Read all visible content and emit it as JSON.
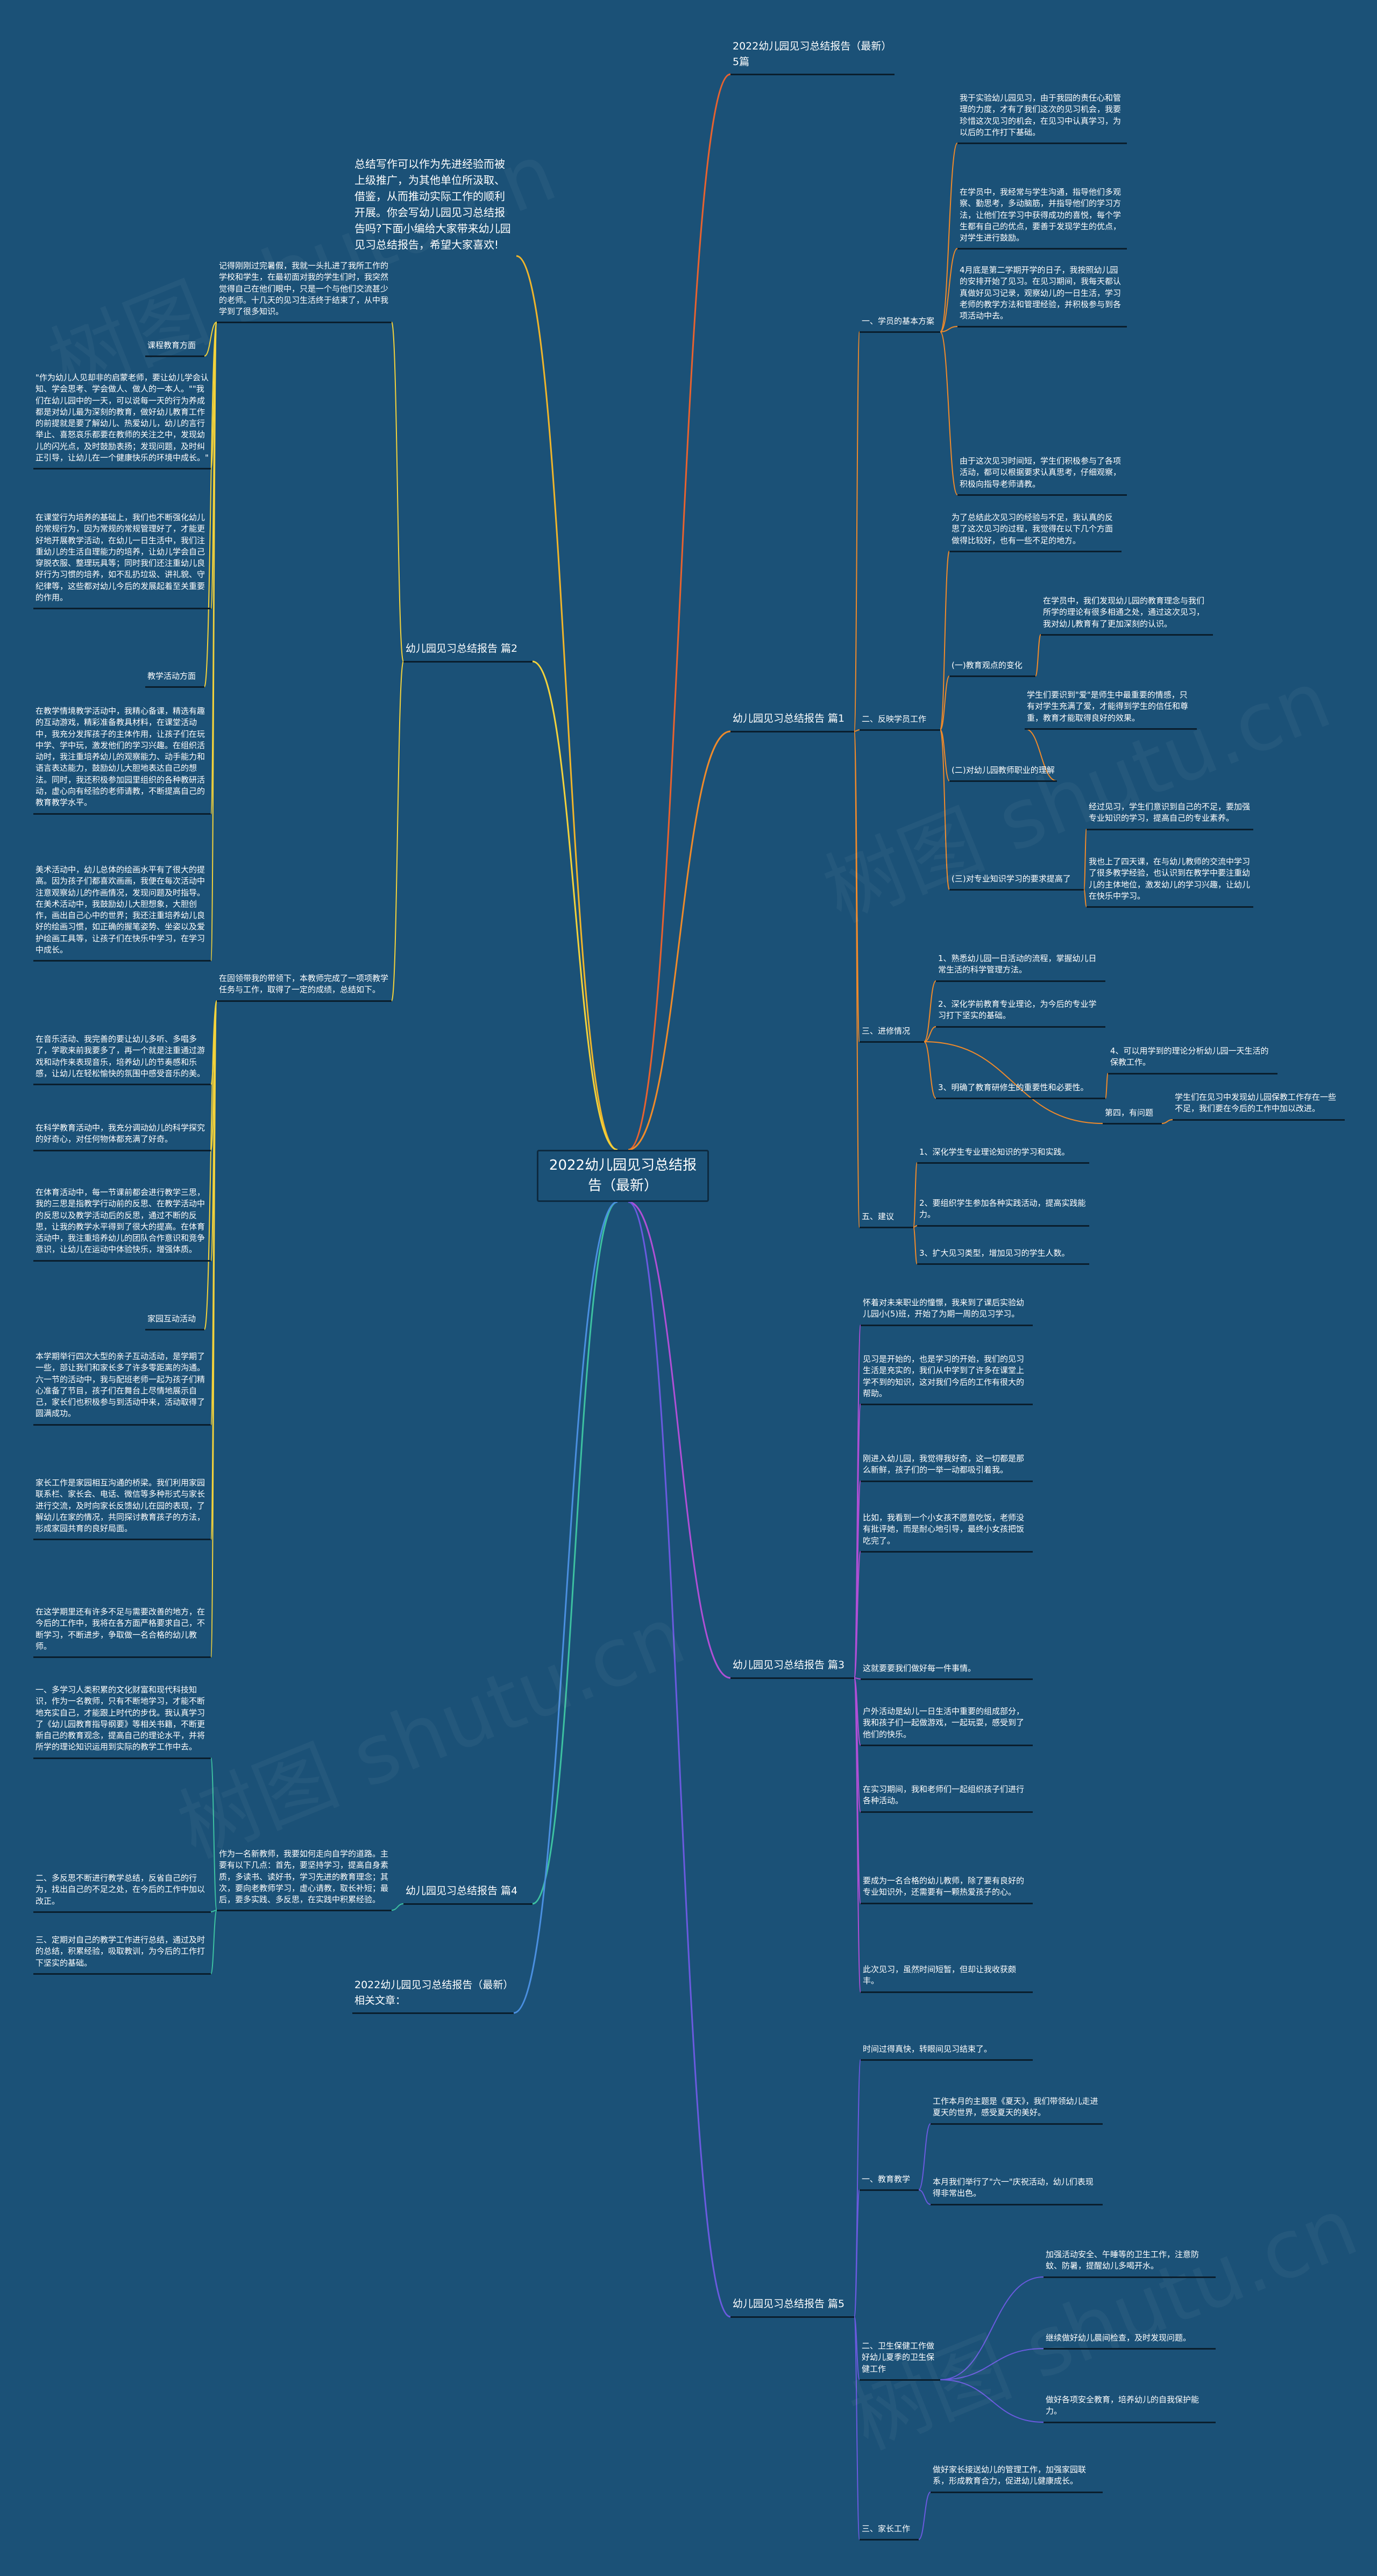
{
  "root": {
    "title": "2022幼儿园见习总结报告（最新）"
  },
  "intro": "总结写作可以作为先进经验而被上级推广，为其他单位所汲取、借鉴，从而推动实际工作的顺利开展。你会写幼儿园见习总结报告吗?下面小编给大家带来幼儿园见习总结报告，希望大家喜欢!",
  "watermark": "树图 shutu.cn",
  "colors": {
    "background": "#1b5177",
    "text": "#ffffff",
    "underline": "#0a1e2d"
  },
  "left": {
    "p2": {
      "title": "幼儿园见习总结报告 篇2",
      "lead": "记得刚刚过完暑假，我就一头扎进了我所工作的学校和学生，在最初面对我的学生们时，我突然觉得自己在他们眼中，只是一个与他们交流甚少的老师。十几天的见习生活终于结束了，从中我学到了很多知识。",
      "lead2": "在固领带我的带领下，本教师完成了一项项教学任务与工作，取得了一定的成绩，总结如下。",
      "h1": "课程教育方面",
      "t1": "\"作为幼儿人见却非的启蒙老师，要让幼儿学会认知、学会思考、学会做人、做人的一本人。\"\"我们在幼儿园中的一天，可以说每一天的行为养成都是对幼儿最为深刻的教育，做好幼儿教育工作的前提就是要了解幼儿、热爱幼儿，幼儿的言行举止、喜怒哀乐都要在教师的关注之中，发现幼儿的闪光点，及时鼓励表扬；发现问题，及时纠正引导，让幼儿在一个健康快乐的环境中成长。\"",
      "t2": "在课堂行为培养的基础上，我们也不断强化幼儿的常规行为，因为常规的常规管理好了，才能更好地开展教学活动，在幼儿一日生活中，我们注重幼儿的生活自理能力的培养，让幼儿学会自己穿脱衣服、整理玩具等；同时我们还注重幼儿良好行为习惯的培养，如不乱扔垃圾、讲礼貌、守纪律等，这些都对幼儿今后的发展起着至关重要的作用。",
      "h2": "教学活动方面",
      "t3": "在教学情境教学活动中，我精心备课，精选有趣的互动游戏，精彩准备教具材料，在课堂活动中，我充分发挥孩子的主体作用，让孩子们在玩中学、学中玩，激发他们的学习兴趣。在组织活动时，我注重培养幼儿的观察能力、动手能力和语言表达能力，鼓励幼儿大胆地表达自己的想法。同时，我还积极参加园里组织的各种教研活动，虚心向有经验的老师请教，不断提高自己的教育教学水平。",
      "t4": "美术活动中，幼儿总体的绘画水平有了很大的提高。因为孩子们都喜欢画画，我便在每次活动中注意观察幼儿的作画情况，发现问题及时指导。在美术活动中，我鼓励幼儿大胆想象，大胆创作，画出自己心中的世界；我还注重培养幼儿良好的绘画习惯，如正确的握笔姿势、坐姿以及爱护绘画工具等，让孩子们在快乐中学习，在学习中成长。",
      "t5": "在音乐活动、我完善的要让幼儿多听、多唱多了，学歌来前我要多了，再一个就是注重通过游戏和动作来表现音乐，培养幼儿的节奏感和乐感，让幼儿在轻松愉快的氛围中感受音乐的美。",
      "t6": "在科学教育活动中，我充分调动幼儿的科学探究的好奇心，对任何物体都充满了好奇。",
      "t7": "在体育活动中，每一节课前都会进行教学三思，我的三思是指教学行动前的反思、在教学活动中的反思以及教学活动后的反思，通过不断的反思，让我的教学水平得到了很大的提高。在体育活动中，我注重培养幼儿的团队合作意识和竞争意识，让幼儿在运动中体验快乐，增强体质。",
      "h3": "家园互动活动",
      "t8": "本学期举行四次大型的亲子互动活动，是学期了一些，部让我们和家长多了许多零距离的沟通。六一节的活动中，我与配班老师一起为孩子们精心准备了节目，孩子们在舞台上尽情地展示自己，家长们也积极参与到活动中来，活动取得了圆满成功。",
      "t9": "家长工作是家园相互沟通的桥梁。我们利用家园联系栏、家长会、电话、微信等多种形式与家长进行交流，及时向家长反馈幼儿在园的表现，了解幼儿在家的情况，共同探讨教育孩子的方法，形成家园共育的良好局面。",
      "t10": "在这学期里还有许多不足与需要改善的地方，在今后的工作中，我将在各方面严格要求自己，不断学习，不断进步，争取做一名合格的幼儿教师。"
    },
    "p4": {
      "title": "幼儿园见习总结报告 篇4",
      "lead": "作为一名新教师，我要如何走向自学的道路。主要有以下几点：首先，要坚持学习，提高自身素质，多读书、读好书，学习先进的教育理念；其次，要向老教师学习，虚心请教，取长补短；最后，要多实践、多反思，在实践中积累经验。",
      "t1": "一、多学习人类积累的文化财富和现代科技知识，作为一名教师，只有不断地学习，才能不断地充实自己，才能跟上时代的步伐。我认真学习了《幼儿园教育指导纲要》等相关书籍，不断更新自己的教育观念，提高自己的理论水平，并将所学的理论知识运用到实际的教学工作中去。",
      "t2": "二、多反思不断进行教学总结，反省自己的行为，找出自己的不足之处，在今后的工作中加以改正。",
      "t3": "三、定期对自己的教学工作进行总结，通过及时的总结，积累经验，吸取教训，为今后的工作打下坚实的基础。"
    },
    "rel": {
      "title": "2022幼儿园见习总结报告（最新）相关文章："
    }
  },
  "right": {
    "top": {
      "title": "2022幼儿园见习总结报告（最新）5篇"
    },
    "p1": {
      "title": "幼儿园见习总结报告 篇1",
      "s1": {
        "label": "一、学员的基本方案",
        "t1": "我于实验幼儿园见习，由于我园的责任心和管理的力度，才有了我们这次的见习机会，我要珍惜这次见习的机会，在见习中认真学习，为以后的工作打下基础。",
        "t2": "在学员中，我经常与学生沟通，指导他们多观察、勤思考，多动脑筋，并指导他们的学习方法，让他们在学习中获得成功的喜悦，每个学生都有自己的优点，要善于发现学生的优点，对学生进行鼓励。",
        "t3": "4月底是第二学期开学的日子，我按照幼儿园的安排开始了见习。在见习期间，我每天都认真做好见习记录，观察幼儿的一日生活，学习老师的教学方法和管理经验，并积极参与到各项活动中去。",
        "t4": "由于这次见习时间短，学生们积极参与了各项活动，都可以根据要求认真思考，仔细观察，积极向指导老师请教。"
      },
      "s2": {
        "label": "二、反映学员工作",
        "intro": "为了总结此次见习的经验与不足，我认真的反思了这次见习的过程，我觉得在以下几个方面做得比较好，也有一些不足的地方。",
        "a": "(一)教育观点的变化",
        "at": "在学员中，我们发现幼儿园的教育理念与我们所学的理论有很多相通之处，通过这次见习，我对幼儿教育有了更加深刻的认识。",
        "b": "(二)对幼儿园教师职业的理解",
        "bt": "学生们要识到\"爱\"是师生中最重要的情感，只有对学生充满了爱，才能得到学生的信任和尊重，教育才能取得良好的效果。",
        "c": "(三)对专业知识学习的要求提高了",
        "ct": "经过见习，学生们意识到自己的不足，要加强专业知识的学习，提高自己的专业素养。",
        "ct2": "我也上了四天课，在与幼儿教师的交流中学习了很多教学经验，也认识到在教学中要注重幼儿的主体地位，激发幼儿的学习兴趣，让幼儿在快乐中学习。"
      },
      "s3": {
        "label": "三、进修情况",
        "t1": "1、熟悉幼儿园一日活动的流程，掌握幼儿日常生活的科学管理方法。",
        "t2": "2、深化学前教育专业理论，为今后的专业学习打下坚实的基础。",
        "t3": "3、明确了教育研修生的重要性和必要性。",
        "t4": "4、可以用学到的理论分析幼儿园一天生活的保教工作。",
        "h": "第四，有问题",
        "ht": "学生们在见习中发现幼儿园保教工作存在一些不足，我们要在今后的工作中加以改进。"
      },
      "s4": {
        "label": "五、建议",
        "t1": "1、深化学生专业理论知识的学习和实践。",
        "t2": "2、要组织学生参加各种实践活动，提高实践能力。",
        "t3": "3、扩大见习类型，增加见习的学生人数。"
      }
    },
    "p3": {
      "title": "幼儿园见习总结报告 篇3",
      "t1": "怀着对未来职业的憧憬，我来到了课后实验幼儿园小(5)班，开始了为期一周的见习学习。",
      "t2": "见习是开始的，也是学习的开始，我们的见习生活是充实的，我们从中学到了许多在课堂上学不到的知识，这对我们今后的工作有很大的帮助。",
      "t3": "刚进入幼儿园，我觉得我好奇，这一切都是那么新鲜，孩子们的一举一动都吸引着我。",
      "t4": "比如，我看到一个小女孩不愿意吃饭，老师没有批评她，而是耐心地引导，最终小女孩把饭吃完了。",
      "t5": "这就要要我们做好每一件事情。",
      "t6": "户外活动是幼儿一日生活中重要的组成部分，我和孩子们一起做游戏，一起玩耍，感受到了他们的快乐。",
      "t7": "在实习期间，我和老师们一起组织孩子们进行各种活动。",
      "t8": "要成为一名合格的幼儿教师，除了要有良好的专业知识外，还需要有一颗热爱孩子的心。",
      "t9": "此次见习，虽然时间短暂，但却让我收获颇丰。"
    },
    "p5": {
      "title": "幼儿园见习总结报告 篇5",
      "lead": "时间过得真快，转眼间见习结束了。",
      "s1": {
        "label": "一、教育教学",
        "t1": "工作本月的主题是《夏天》，我们带领幼儿走进夏天的世界，感受夏天的美好。",
        "t2": "本月我们举行了\"六一\"庆祝活动，幼儿们表现得非常出色。"
      },
      "s2": {
        "label": "二、卫生保健工作做好幼儿夏季的卫生保健工作",
        "t1": "加强活动安全、午睡等的卫生工作，注意防蚊、防暑，提醒幼儿多喝开水。",
        "t2": "继续做好幼儿晨间检查，及时发现问题。",
        "t3": "做好各项安全教育，培养幼儿的自我保护能力。"
      },
      "s3": {
        "label": "三、家长工作",
        "t1": "做好家长接送幼儿的管理工作，加强家园联系，形成教育合力，促进幼儿健康成长。"
      }
    }
  }
}
